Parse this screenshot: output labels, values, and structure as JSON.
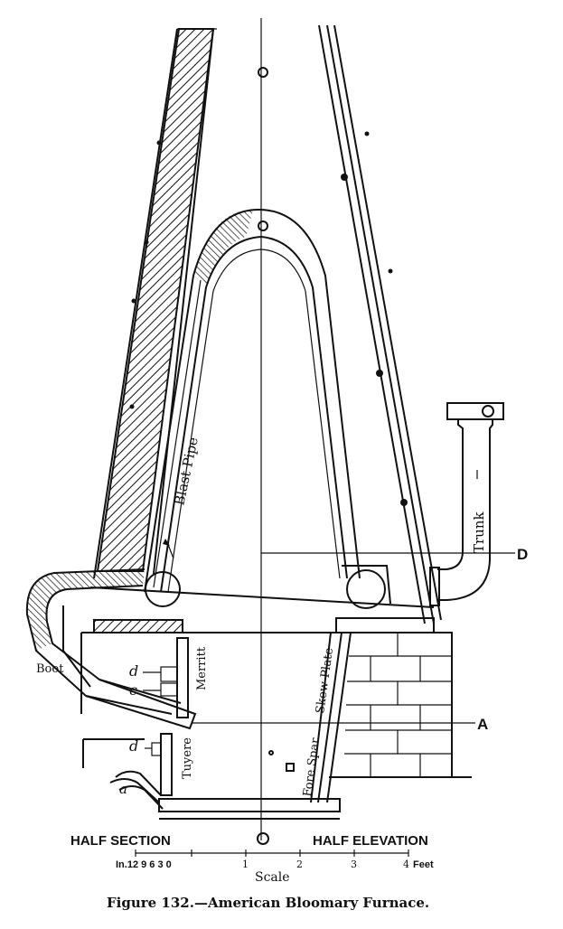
{
  "labels": {
    "blast_pipe": "Blast Pipe",
    "trunk": "Trunk",
    "d_right": "D",
    "a_right": "A",
    "boot": "Boot",
    "d_upper": "d",
    "c_upper": "c",
    "merritt": "Merritt",
    "d_lower": "d",
    "tuyere": "Tuyere",
    "a_lower": "a",
    "skew_plate": "Skew Plate",
    "fore_spar": "Fore Spar",
    "half_section": "HALF SECTION",
    "half_elevation": "HALF ELEVATION"
  },
  "scale": {
    "left_ticks": "In.12 9 6 3 0",
    "tick_1": "1",
    "tick_2": "2",
    "tick_3": "3",
    "tick_4": "4",
    "unit": "Feet",
    "title": "Scale"
  },
  "caption": "Figure 132.—American Bloomary Furnace."
}
